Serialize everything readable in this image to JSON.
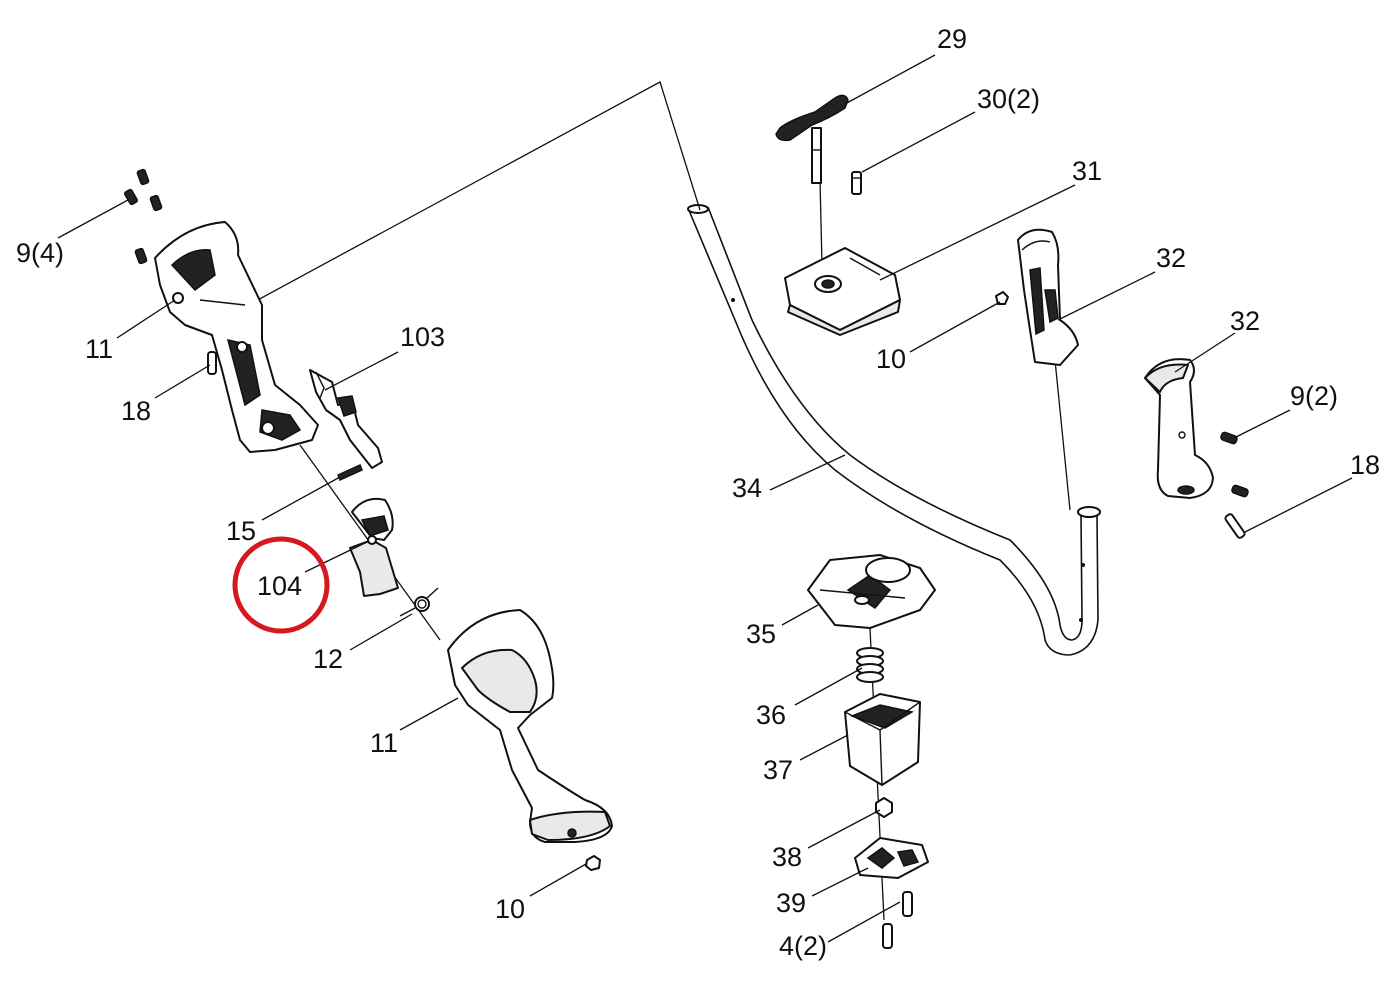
{
  "labels": {
    "l29": "29",
    "l30": "30(2)",
    "l31": "31",
    "l32a": "32",
    "l32b": "32",
    "l9a": "9(4)",
    "l9b": "9(2)",
    "l18a": "18",
    "l18b": "18",
    "l11a": "11",
    "l11b": "11",
    "l103": "103",
    "l10a": "10",
    "l10b": "10",
    "l15": "15",
    "l104": "104",
    "l12": "12",
    "l34": "34",
    "l35": "35",
    "l36": "36",
    "l37": "37",
    "l38": "38",
    "l39": "39",
    "l4": "4(2)"
  },
  "highlight": {
    "label": "104",
    "color": "#d7191f"
  }
}
